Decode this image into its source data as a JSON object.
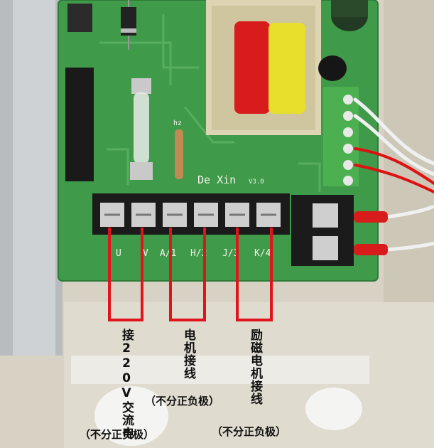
{
  "board": {
    "brand": "De Xin",
    "version": "V3.0",
    "hz_label": "hz",
    "terminal_labels": [
      "U",
      "V",
      "A/1",
      "H/2",
      "J/3",
      "K/4"
    ]
  },
  "annotations": {
    "group1_vertical": "接220V交流电",
    "group1_note": "（不分正负极）",
    "group2_vertical": "电机接线",
    "group2_note": "（不分正负极）",
    "group3_vertical": "励磁电机接线",
    "group3_note": "（不分正负极）"
  },
  "colors": {
    "pcb": "#3f9a4a",
    "bracket_lines": "#e0141b",
    "terminal_block": "#1b1b1b",
    "transformer_red": "#d81b1b",
    "transformer_yellow": "#e8de2c",
    "connector_green": "#4caf50"
  }
}
